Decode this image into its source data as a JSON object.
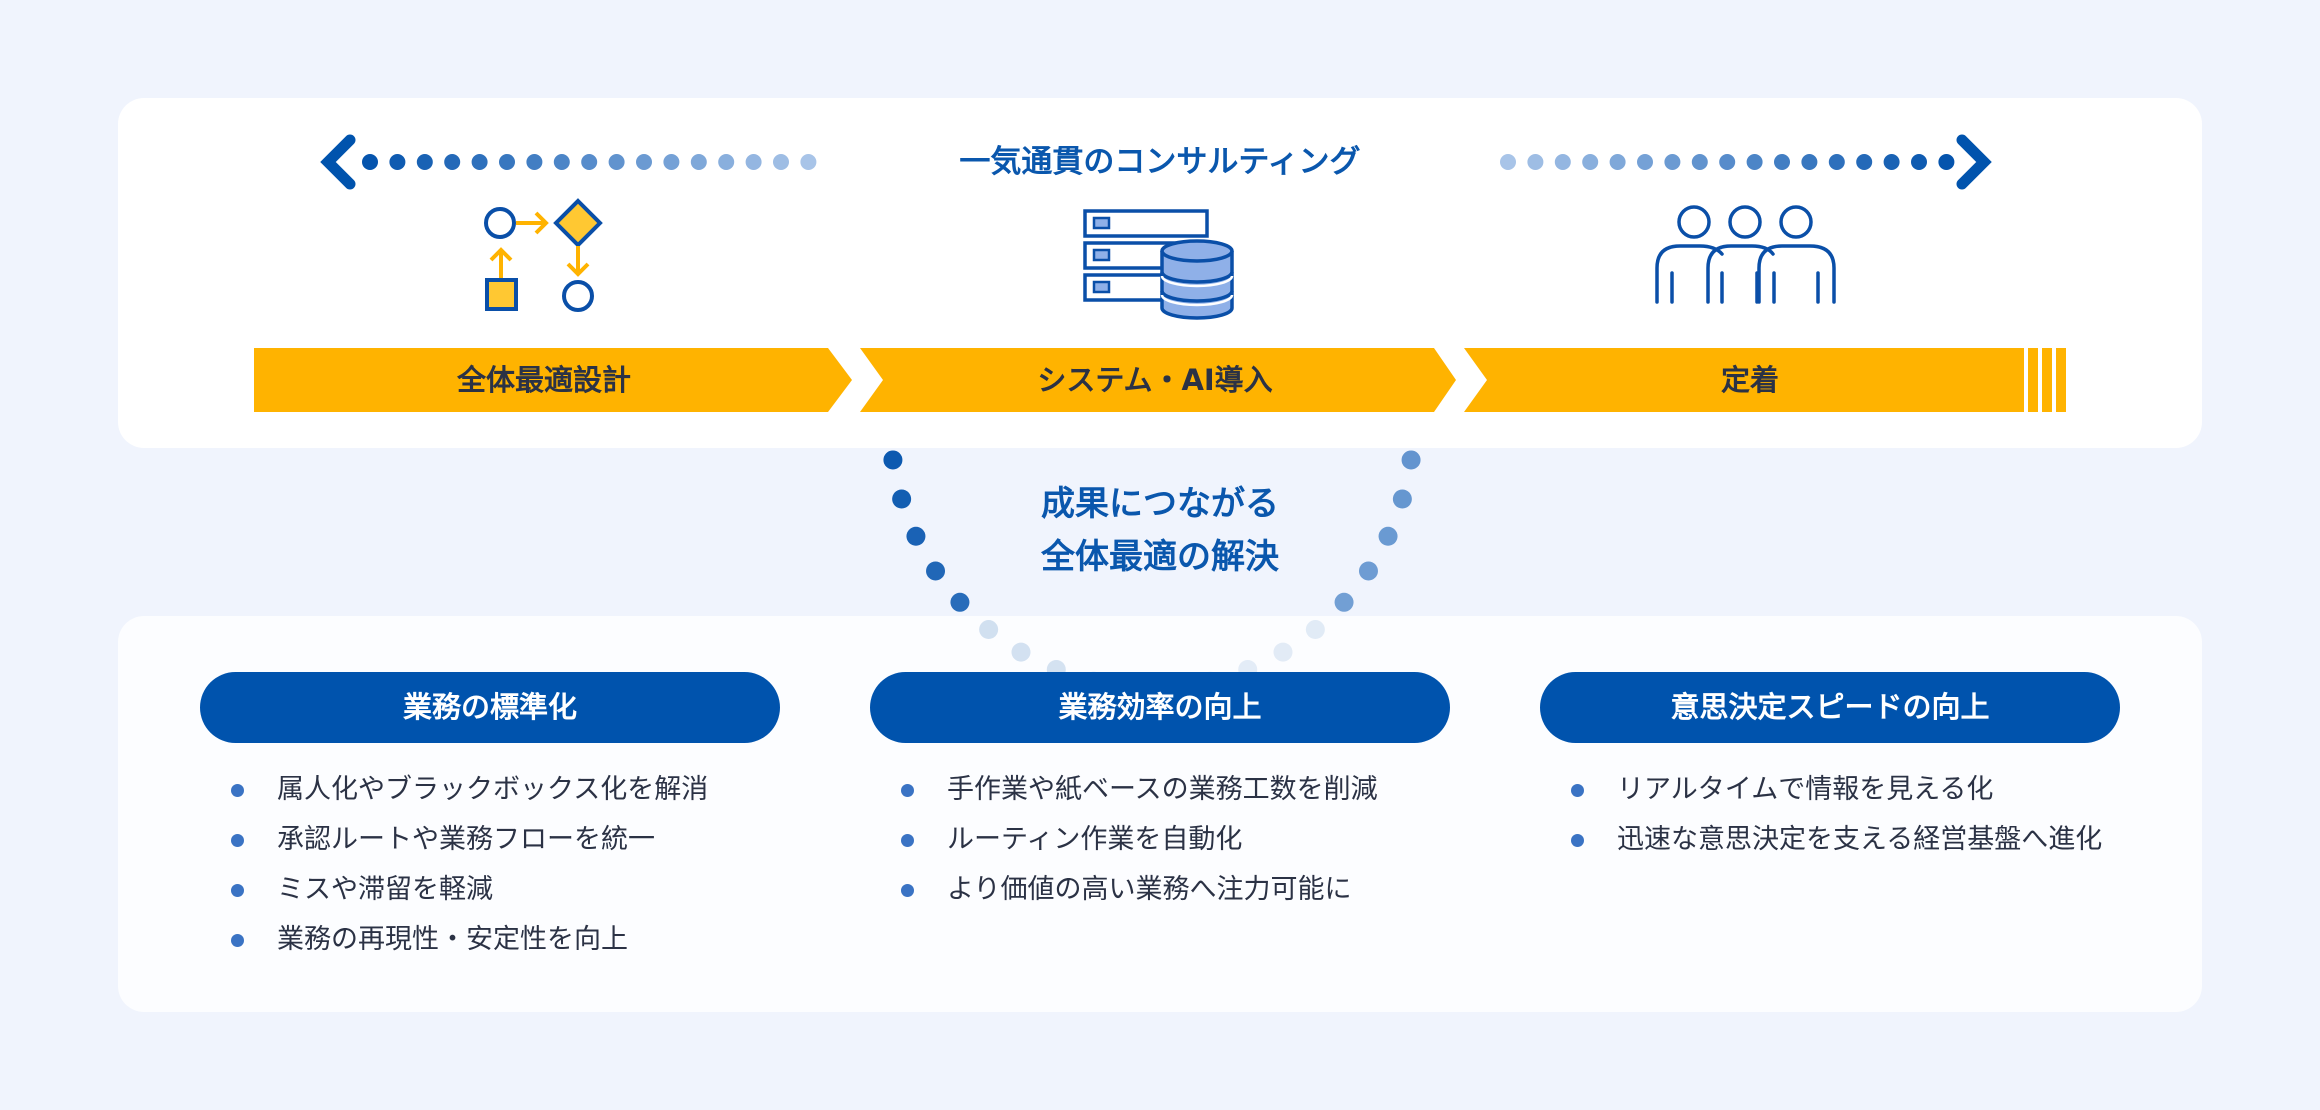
{
  "header": {
    "title": "一気通貫のコンサルティング",
    "left_arrow_icon": "chevron-left-icon",
    "right_arrow_icon": "chevron-right-icon"
  },
  "stages": [
    {
      "label": "全体最適設計",
      "icon": "flowchart-icon"
    },
    {
      "label": "システム・AI導入",
      "icon": "server-database-icon"
    },
    {
      "label": "定着",
      "icon": "people-group-icon"
    }
  ],
  "center": {
    "line1": "成果につながる",
    "line2": "全体最適の解決"
  },
  "outcomes": [
    {
      "title": "業務の標準化",
      "items": [
        "属人化やブラックボックス化を解消",
        "承認ルートや業務フローを統一",
        "ミスや滞留を軽減",
        "業務の再現性・安定性を向上"
      ]
    },
    {
      "title": "業務効率の向上",
      "items": [
        "手作業や紙ベースの業務工数を削減",
        "ルーティン作業を自動化",
        "より価値の高い業務へ注力可能に"
      ]
    },
    {
      "title": "意思決定スピードの向上",
      "items": [
        "リアルタイムで情報を見える化",
        "迅速な意思決定を支える経営基盤へ進化"
      ]
    }
  ],
  "colors": {
    "primary_blue": "#0053ad",
    "accent_yellow": "#ffb300",
    "icon_fill_yellow": "#ffc832",
    "icon_fill_blue": "#8fb0e8",
    "text_dark": "#2b3245",
    "background": "#f0f4fd"
  }
}
